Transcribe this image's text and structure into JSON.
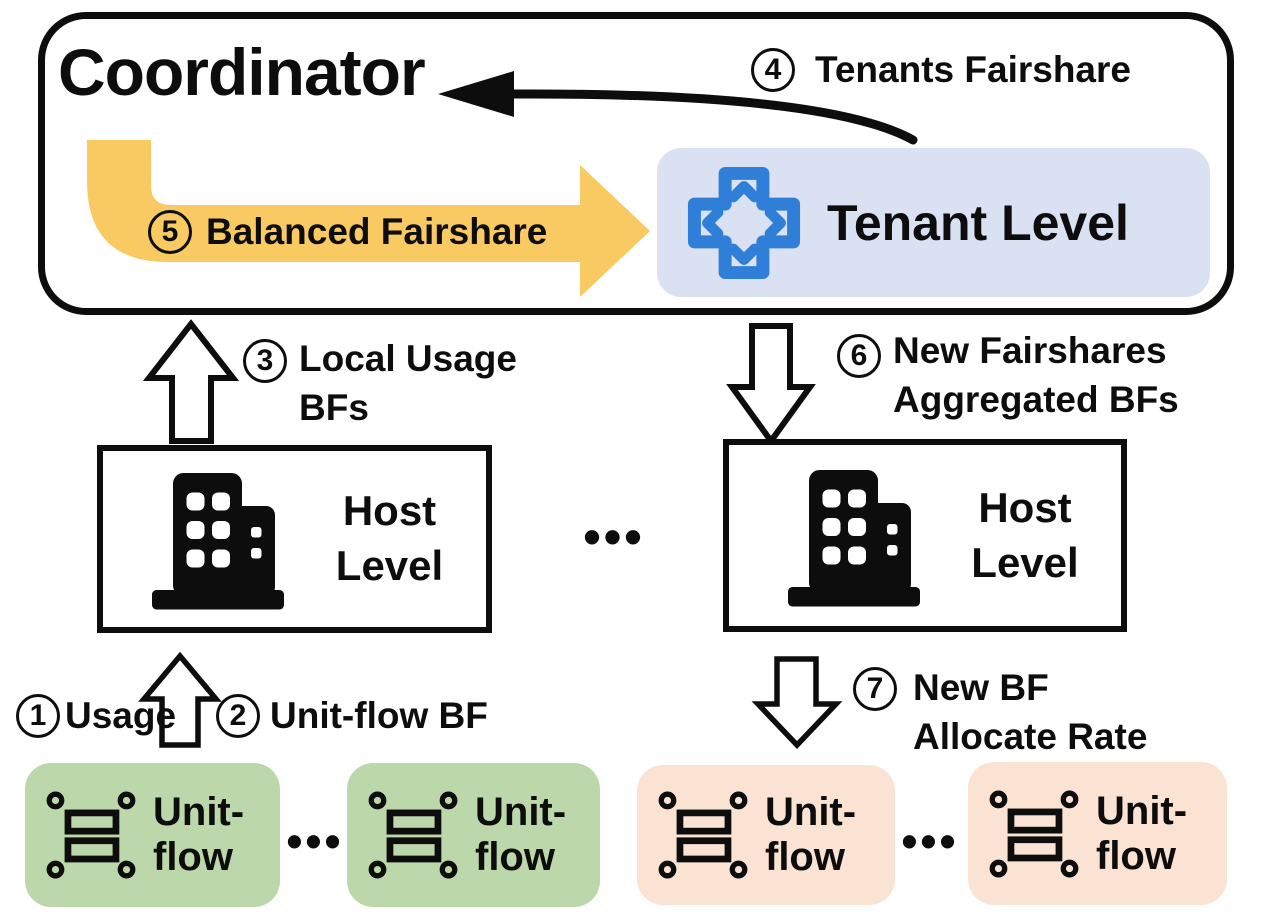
{
  "colors": {
    "outline_black": "#0d0d0d",
    "balanced_fairshare_arrow_yellow": "#F8CA61",
    "tenant_box_blue": "#D9E1F2",
    "tenant_icon_blue": "#2F7FD9",
    "unitflow_green": "#BCD8AA",
    "unitflow_pink": "#FBE3D4"
  },
  "coordinator": {
    "title": "Coordinator"
  },
  "tenant": {
    "label": "Tenant Level"
  },
  "host": {
    "line1": "Host",
    "line2": "Level"
  },
  "unitflow": {
    "line1": "Unit-",
    "line2": "flow"
  },
  "dots": "•••",
  "flows": {
    "1": {
      "num": "1",
      "label": "Usage"
    },
    "2": {
      "num": "2",
      "label": "Unit-flow BF"
    },
    "3": {
      "num": "3",
      "line1": "Local Usage",
      "line2": "BFs"
    },
    "4": {
      "num": "4",
      "label": "Tenants Fairshare"
    },
    "5": {
      "num": "5",
      "label": "Balanced Fairshare"
    },
    "6": {
      "num": "6",
      "line1": "New Fairshares",
      "line2": "Aggregated BFs"
    },
    "7": {
      "num": "7",
      "line1": "New BF",
      "line2": "Allocate Rate"
    }
  }
}
